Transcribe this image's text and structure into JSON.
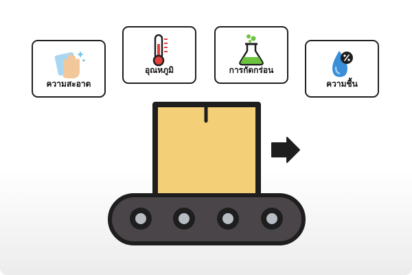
{
  "cards": [
    {
      "label": "ความสะอาด",
      "icon": "clean-hand-icon"
    },
    {
      "label": "อุณหภูมิ",
      "icon": "thermometer-icon"
    },
    {
      "label": "การกัดกร่อน",
      "icon": "flask-icon"
    },
    {
      "label": "ความชื้น",
      "icon": "humidity-drop-icon"
    }
  ],
  "colors": {
    "outline": "#1e1e1e",
    "box": "#f3d077",
    "belt": "#4a4548",
    "roller": "#b8bcc3",
    "thermo_red": "#e0413b",
    "flask_green": "#6bc33e",
    "drop_blue": "#3a8fd8",
    "hand_skin": "#f2c79a",
    "cloth_blue": "#a9d7f2"
  }
}
